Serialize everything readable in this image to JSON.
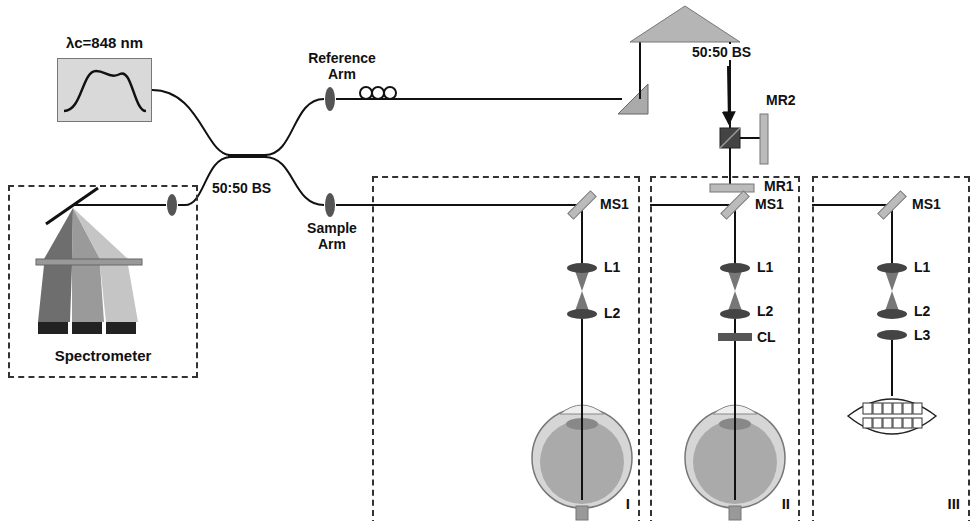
{
  "diagram": {
    "nodes": [
      {
        "text": [
          "λc=848 nm"
        ]
      },
      {
        "text": [
          "Spectrometer"
        ]
      },
      {
        "text": [
          "I"
        ]
      },
      {
        "text": [
          "II"
        ]
      },
      {
        "text": [
          "III"
        ]
      }
    ],
    "labels": [
      "Reference Arm",
      "50:50 BS",
      "MR2",
      "MR1",
      "50:50 BS",
      "Sample Arm",
      "MS1",
      "L1",
      "L2",
      "MS1",
      "L1",
      "L2",
      "CL",
      "MS1",
      "L1",
      "L2",
      "L3"
    ]
  }
}
